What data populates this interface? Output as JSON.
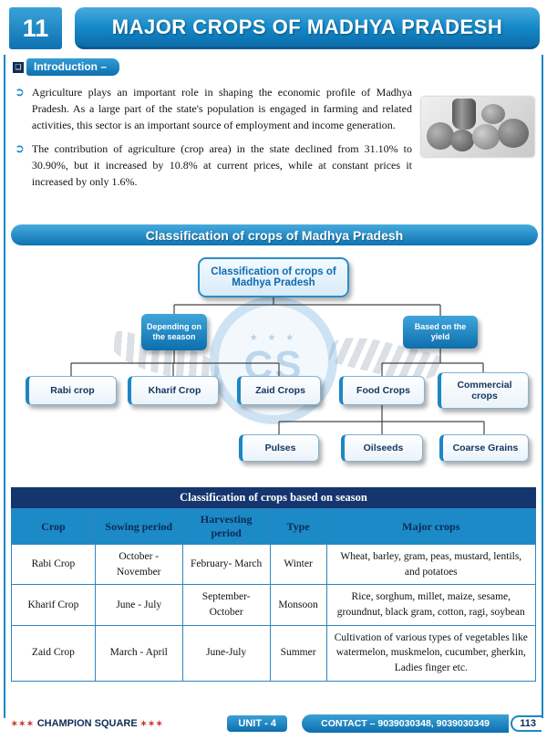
{
  "header": {
    "chapter_number": "11",
    "title": "MAJOR CROPS OF MADHYA PRADESH"
  },
  "intro": {
    "icon": "❑",
    "label": "Introduction –",
    "bullet_icon": "➲",
    "bullets": [
      "Agriculture plays an important role in shaping the economic profile of Madhya Pradesh. As a large part of the state's population is engaged in farming and related activities, this sector is an important source of employment and income generation.",
      "The contribution of agriculture (crop area) in the state declined from 31.10% to 30.90%, but it increased by 10.8% at current prices, while at constant prices it increased by only 1.6%."
    ]
  },
  "section_banner": "Classification of crops of Madhya Pradesh",
  "flowchart": {
    "root": "Classification of crops of Madhya Pradesh",
    "season_branch": "Depending on the season",
    "yield_branch": "Based on the yield",
    "boxes": {
      "rabi": "Rabi crop",
      "kharif": "Kharif Crop",
      "zaid": "Zaid Crops",
      "food": "Food Crops",
      "commercial": "Commercial crops",
      "pulses": "Pulses",
      "oilseeds": "Oilseeds",
      "coarse": "Coarse Grains"
    }
  },
  "watermark": {
    "stars": "★ ★ ★",
    "initials": "CS"
  },
  "table": {
    "title": "Classification of crops based on season",
    "headers": [
      "Crop",
      "Sowing period",
      "Harvesting period",
      "Type",
      "Major crops"
    ],
    "rows": [
      [
        "Rabi Crop",
        "October - November",
        "February- March",
        "Winter",
        "Wheat, barley, gram, peas, mustard, lentils, and potatoes"
      ],
      [
        "Kharif Crop",
        "June - July",
        "September- October",
        "Monsoon",
        "Rice, sorghum, millet, maize, sesame, groundnut, black gram, cotton, ragi, soybean"
      ],
      [
        "Zaid Crop",
        "March - April",
        "June-July",
        "Summer",
        "Cultivation of various types of vegetables like watermelon, muskmelon, cucumber, gherkin, Ladies finger etc."
      ]
    ]
  },
  "footer": {
    "stars": "✶✶✶",
    "brand": "CHAMPION SQUARE",
    "unit": "UNIT - 4",
    "contact": "CONTACT – 9039030348, 9039030349",
    "page_number": "113"
  }
}
